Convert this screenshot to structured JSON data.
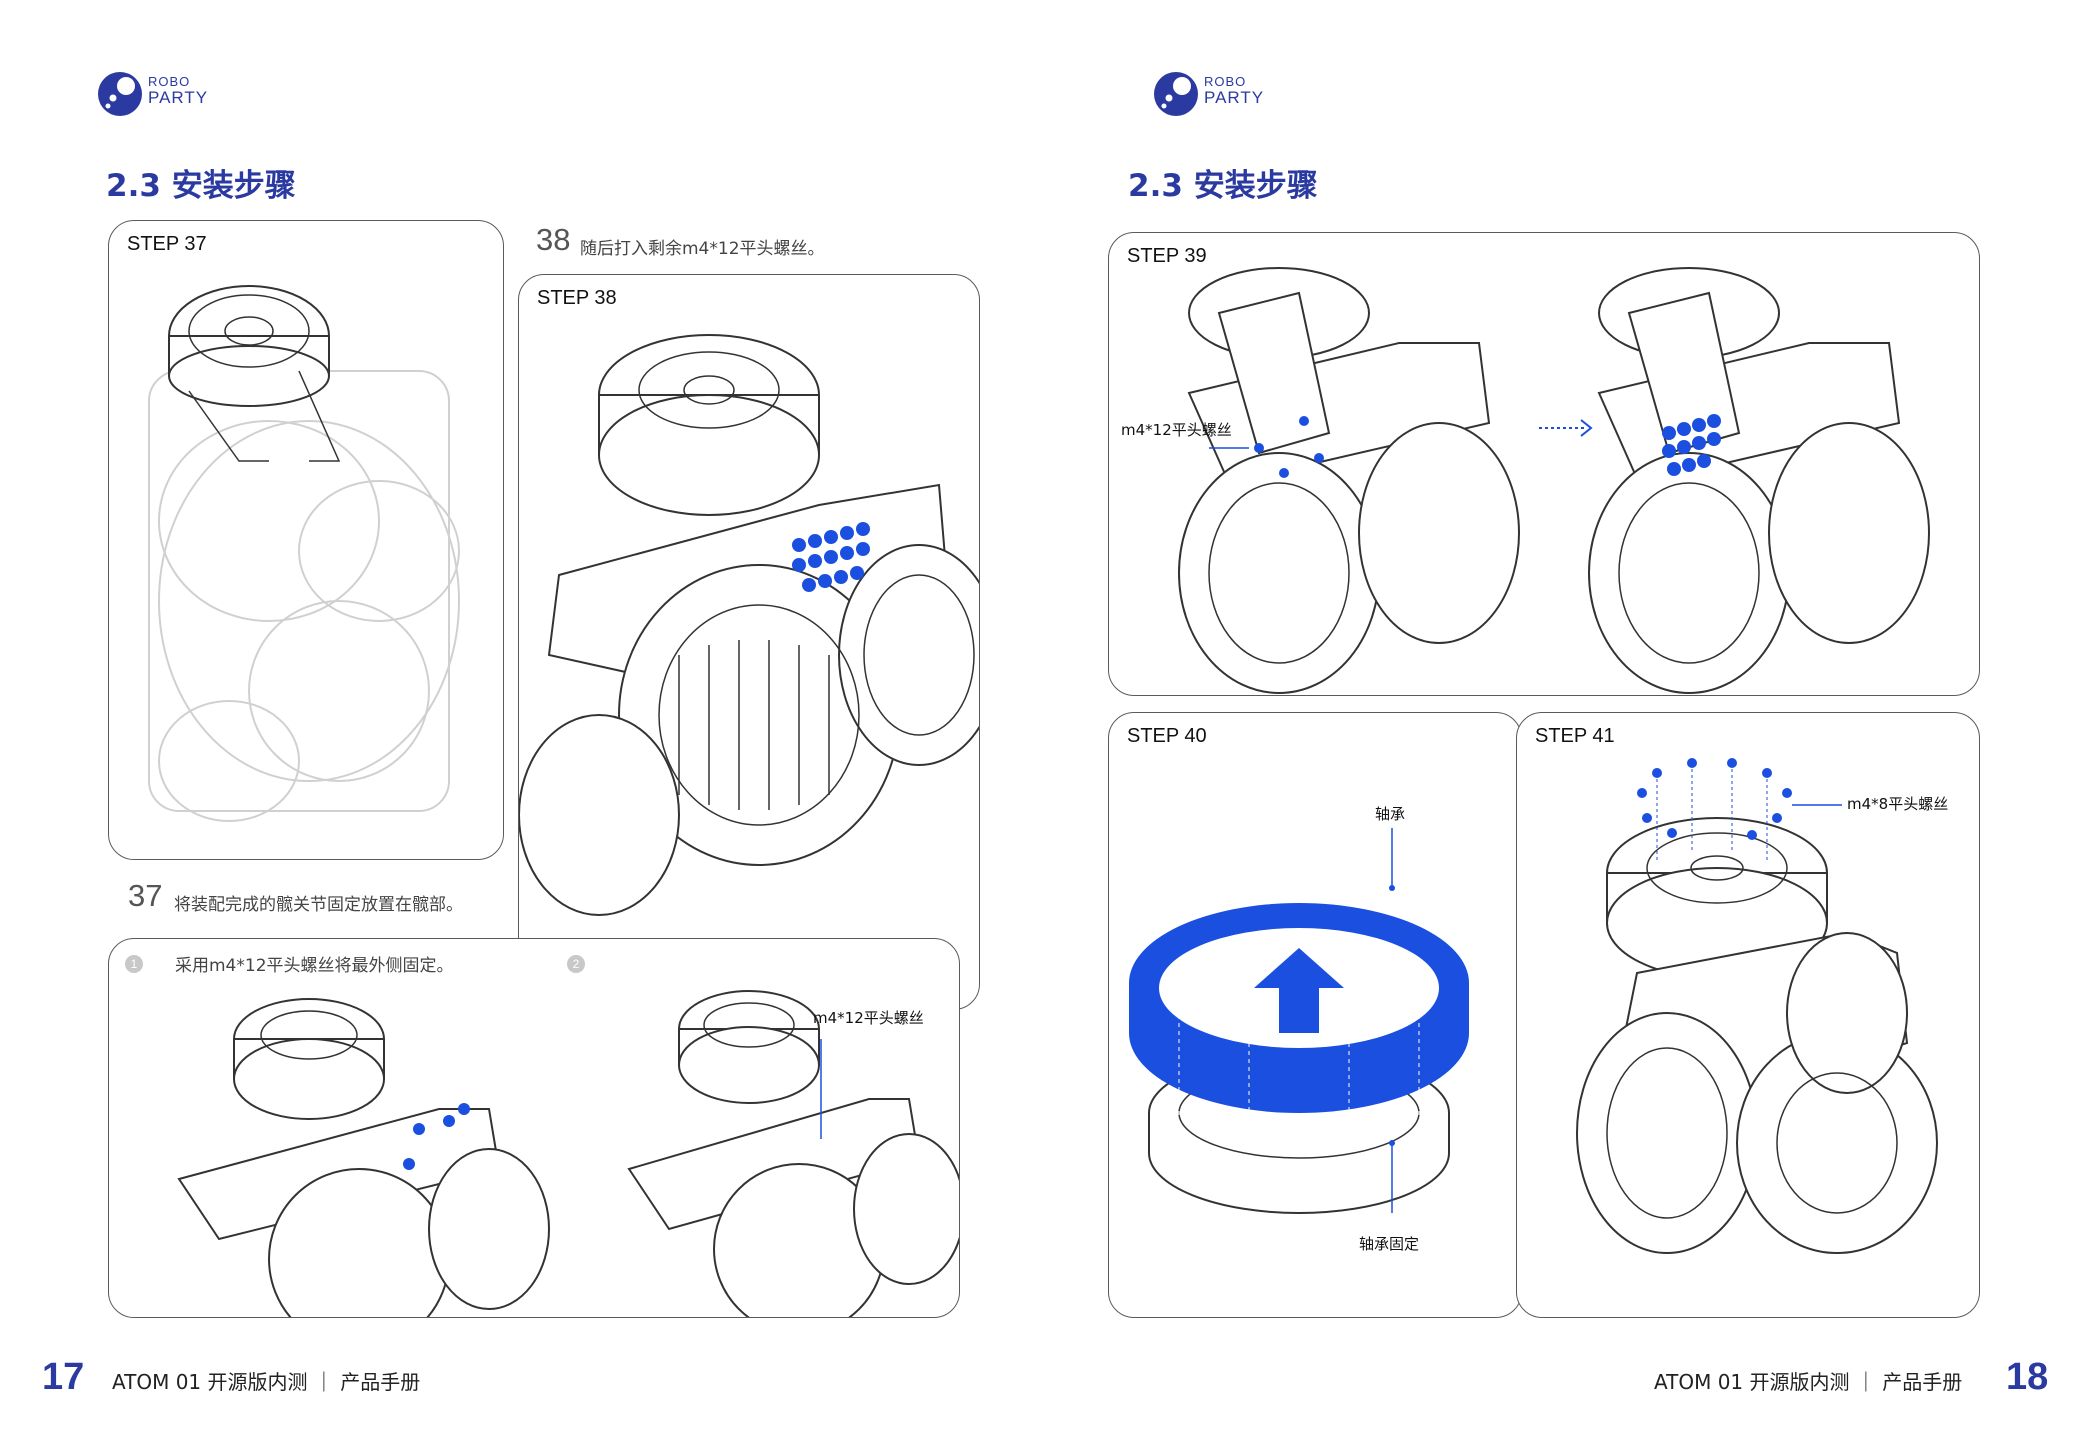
{
  "brand": {
    "line1": "ROBO",
    "line2": "PARTY"
  },
  "left_page": {
    "section_title": "2.3  安装步骤",
    "step37": {
      "panel_label": "STEP 37",
      "number": "37",
      "instruction": "将装配完成的髋关节固定放置在髋部。"
    },
    "step38": {
      "panel_label": "STEP 38",
      "number": "38",
      "instruction": "随后打入剩余m4*12平头螺丝。"
    },
    "substeps": {
      "one": {
        "index": "1",
        "text": "采用m4*12平头螺丝将最外侧固定。"
      },
      "two": {
        "index": "2",
        "callout": "m4*12平头螺丝"
      }
    },
    "footer": {
      "page_number": "17",
      "text": "ATOM 01 开源版内测 ｜ 产品手册"
    }
  },
  "right_page": {
    "section_title": "2.3  安装步骤",
    "step39": {
      "panel_label": "STEP 39",
      "callout": "m4*12平头螺丝"
    },
    "step40": {
      "panel_label": "STEP 40",
      "callout_top": "轴承",
      "callout_bottom": "轴承固定"
    },
    "step41": {
      "panel_label": "STEP 41",
      "callout": "m4*8平头螺丝"
    },
    "footer": {
      "page_number": "18",
      "text": "ATOM 01 开源版内测 ｜ 产品手册"
    }
  },
  "colors": {
    "accent": "#2b3aa0",
    "highlight_blue": "#1a4fe0",
    "line": "#6a6a6a"
  },
  "icons": [
    "robo-party-logo-icon",
    "dotted-arrow-icon",
    "up-arrow-icon"
  ]
}
